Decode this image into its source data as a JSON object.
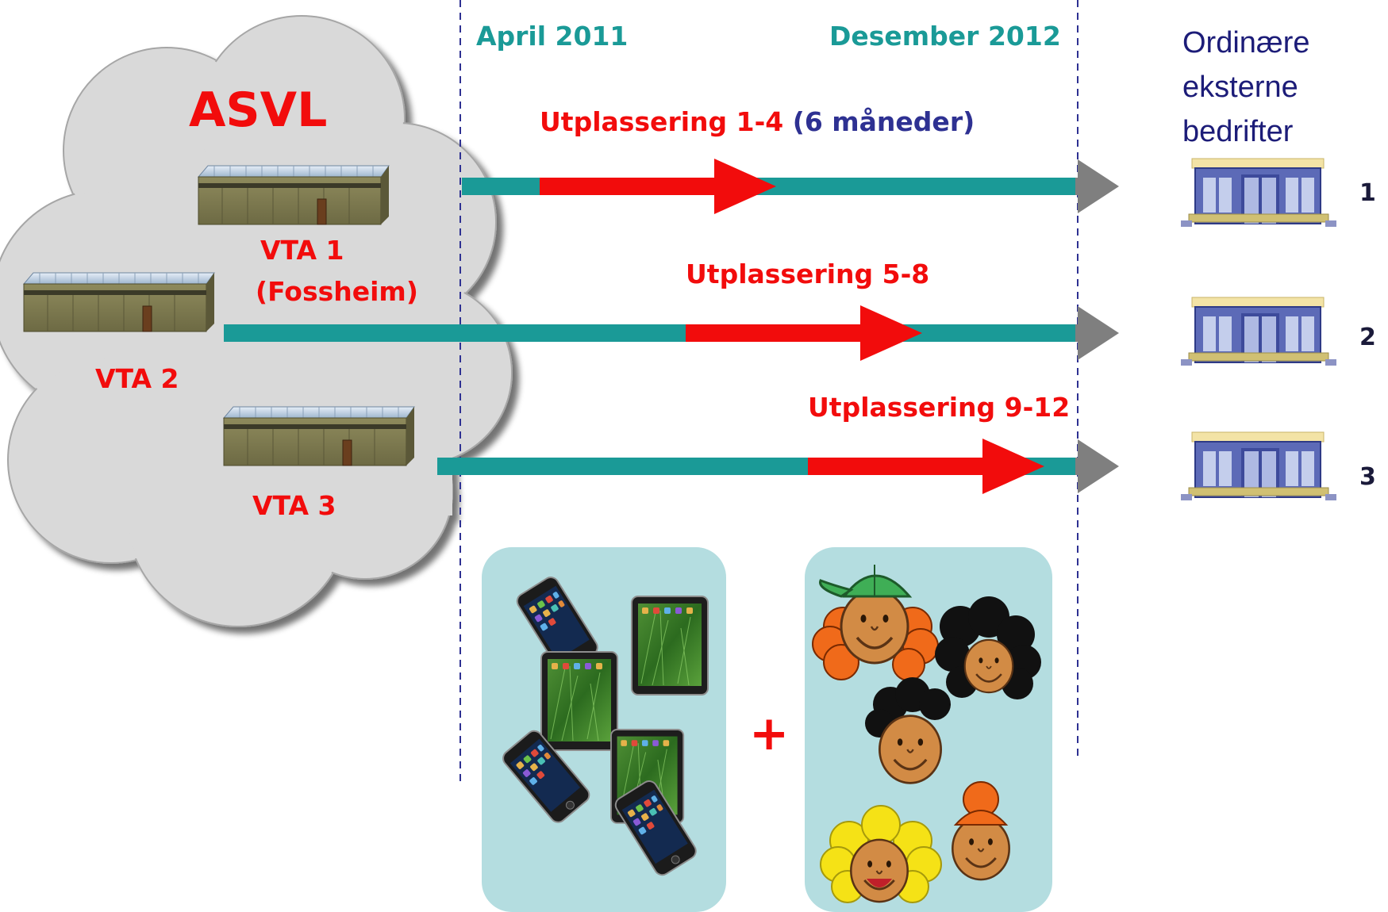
{
  "cloud": {
    "title": "ASVL",
    "sites": [
      {
        "label": "VTA 1",
        "sublabel": "(Fossheim)"
      },
      {
        "label": "VTA 2"
      },
      {
        "label": "VTA 3"
      }
    ]
  },
  "timeline": {
    "start": "April 2011",
    "end": "Desember 2012"
  },
  "placements": [
    {
      "label": "Utplassering 1-4",
      "note": "(6 måneder)"
    },
    {
      "label": "Utplassering 5-8"
    },
    {
      "label": "Utplassering 9-12"
    }
  ],
  "companies": {
    "heading_lines": [
      "Ordinære",
      "eksterne",
      "bedrifter"
    ],
    "numbers": [
      "1",
      "2",
      "3"
    ]
  },
  "plus": "+",
  "colors": {
    "red": "#f20c0c",
    "teal": "#1a9a97",
    "gray_arrow": "#7f7f7f",
    "cloud": "#d9d9d9",
    "panel": "#b4dde0",
    "navy": "#2e3192"
  },
  "icons": [
    "cloud-icon",
    "factory-icon",
    "office-building-icon",
    "smartphone-icon",
    "tablet-icon",
    "kid-face-icon"
  ]
}
